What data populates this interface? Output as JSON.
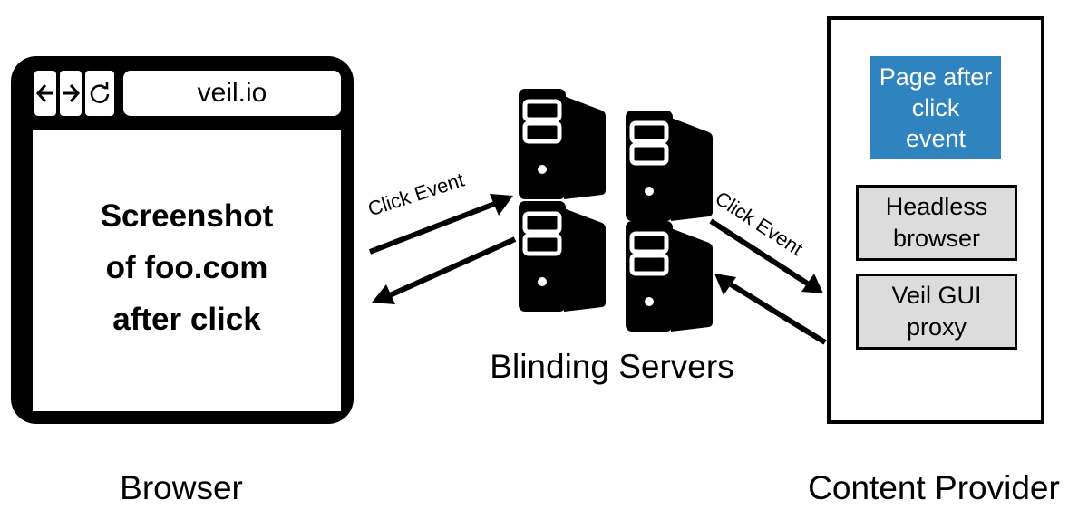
{
  "browser": {
    "url": "veil.io",
    "viewport_text": "Screenshot\nof foo.com\nafter click",
    "caption": "Browser",
    "nav_icons": [
      "back-arrow-icon",
      "forward-arrow-icon",
      "reload-icon"
    ]
  },
  "servers": {
    "caption": "Blinding Servers",
    "icon": "server-icon"
  },
  "arrows": {
    "left_label": "Click Event",
    "right_label": "Click Event"
  },
  "provider": {
    "page_box": "Page after\nclick\nevent",
    "headless_box": "Headless\nbrowser",
    "veil_box": "Veil GUI\nproxy",
    "caption": "Content Provider"
  },
  "colors": {
    "page_box_fill": "#2f83bf",
    "gray_box_fill": "#dcdcdc"
  }
}
